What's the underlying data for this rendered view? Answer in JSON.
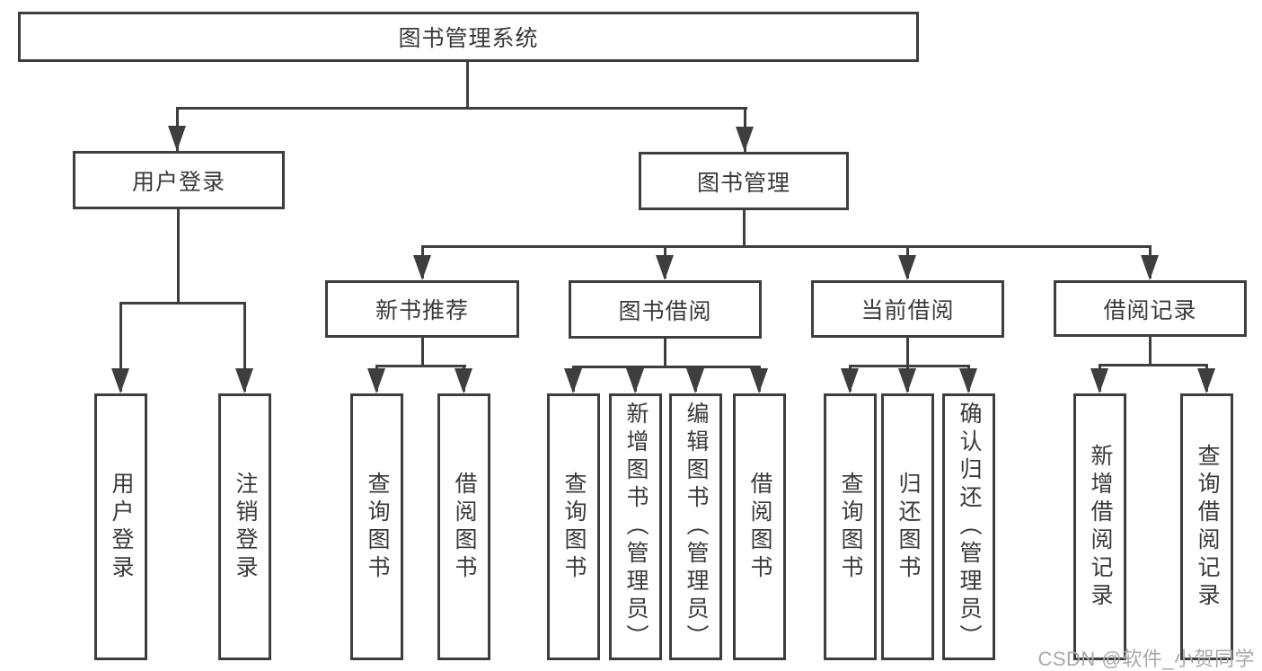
{
  "colors": {
    "line": "#3e3e3e",
    "box_border": "#3e3e3e",
    "box_background": "#ffffff",
    "text": "#3a3a3a",
    "watermark": "#a9a9a9",
    "page_background": "#ffffff"
  },
  "nodes": {
    "root": {
      "label": "图书管理系统"
    },
    "level2": [
      {
        "label": "用户登录"
      },
      {
        "label": "图书管理"
      }
    ],
    "level3": [
      {
        "label": "新书推荐"
      },
      {
        "label": "图书借阅"
      },
      {
        "label": "当前借阅"
      },
      {
        "label": "借阅记录"
      }
    ],
    "leaves": {
      "user_login": [
        "用户登录",
        "注销登录"
      ],
      "new_book": [
        "查询图书",
        "借阅图书"
      ],
      "book_borrow": [
        "查询图书",
        "新增图书（管理员）",
        "编辑图书（管理员）",
        "借阅图书"
      ],
      "current_borrow": [
        "查询图书",
        "归还图书",
        "确认归还（管理员）"
      ],
      "borrow_record": [
        "新增借阅记录",
        "查询借阅记录"
      ]
    }
  },
  "watermark": {
    "text": "CSDN @软件_小贺同学"
  }
}
